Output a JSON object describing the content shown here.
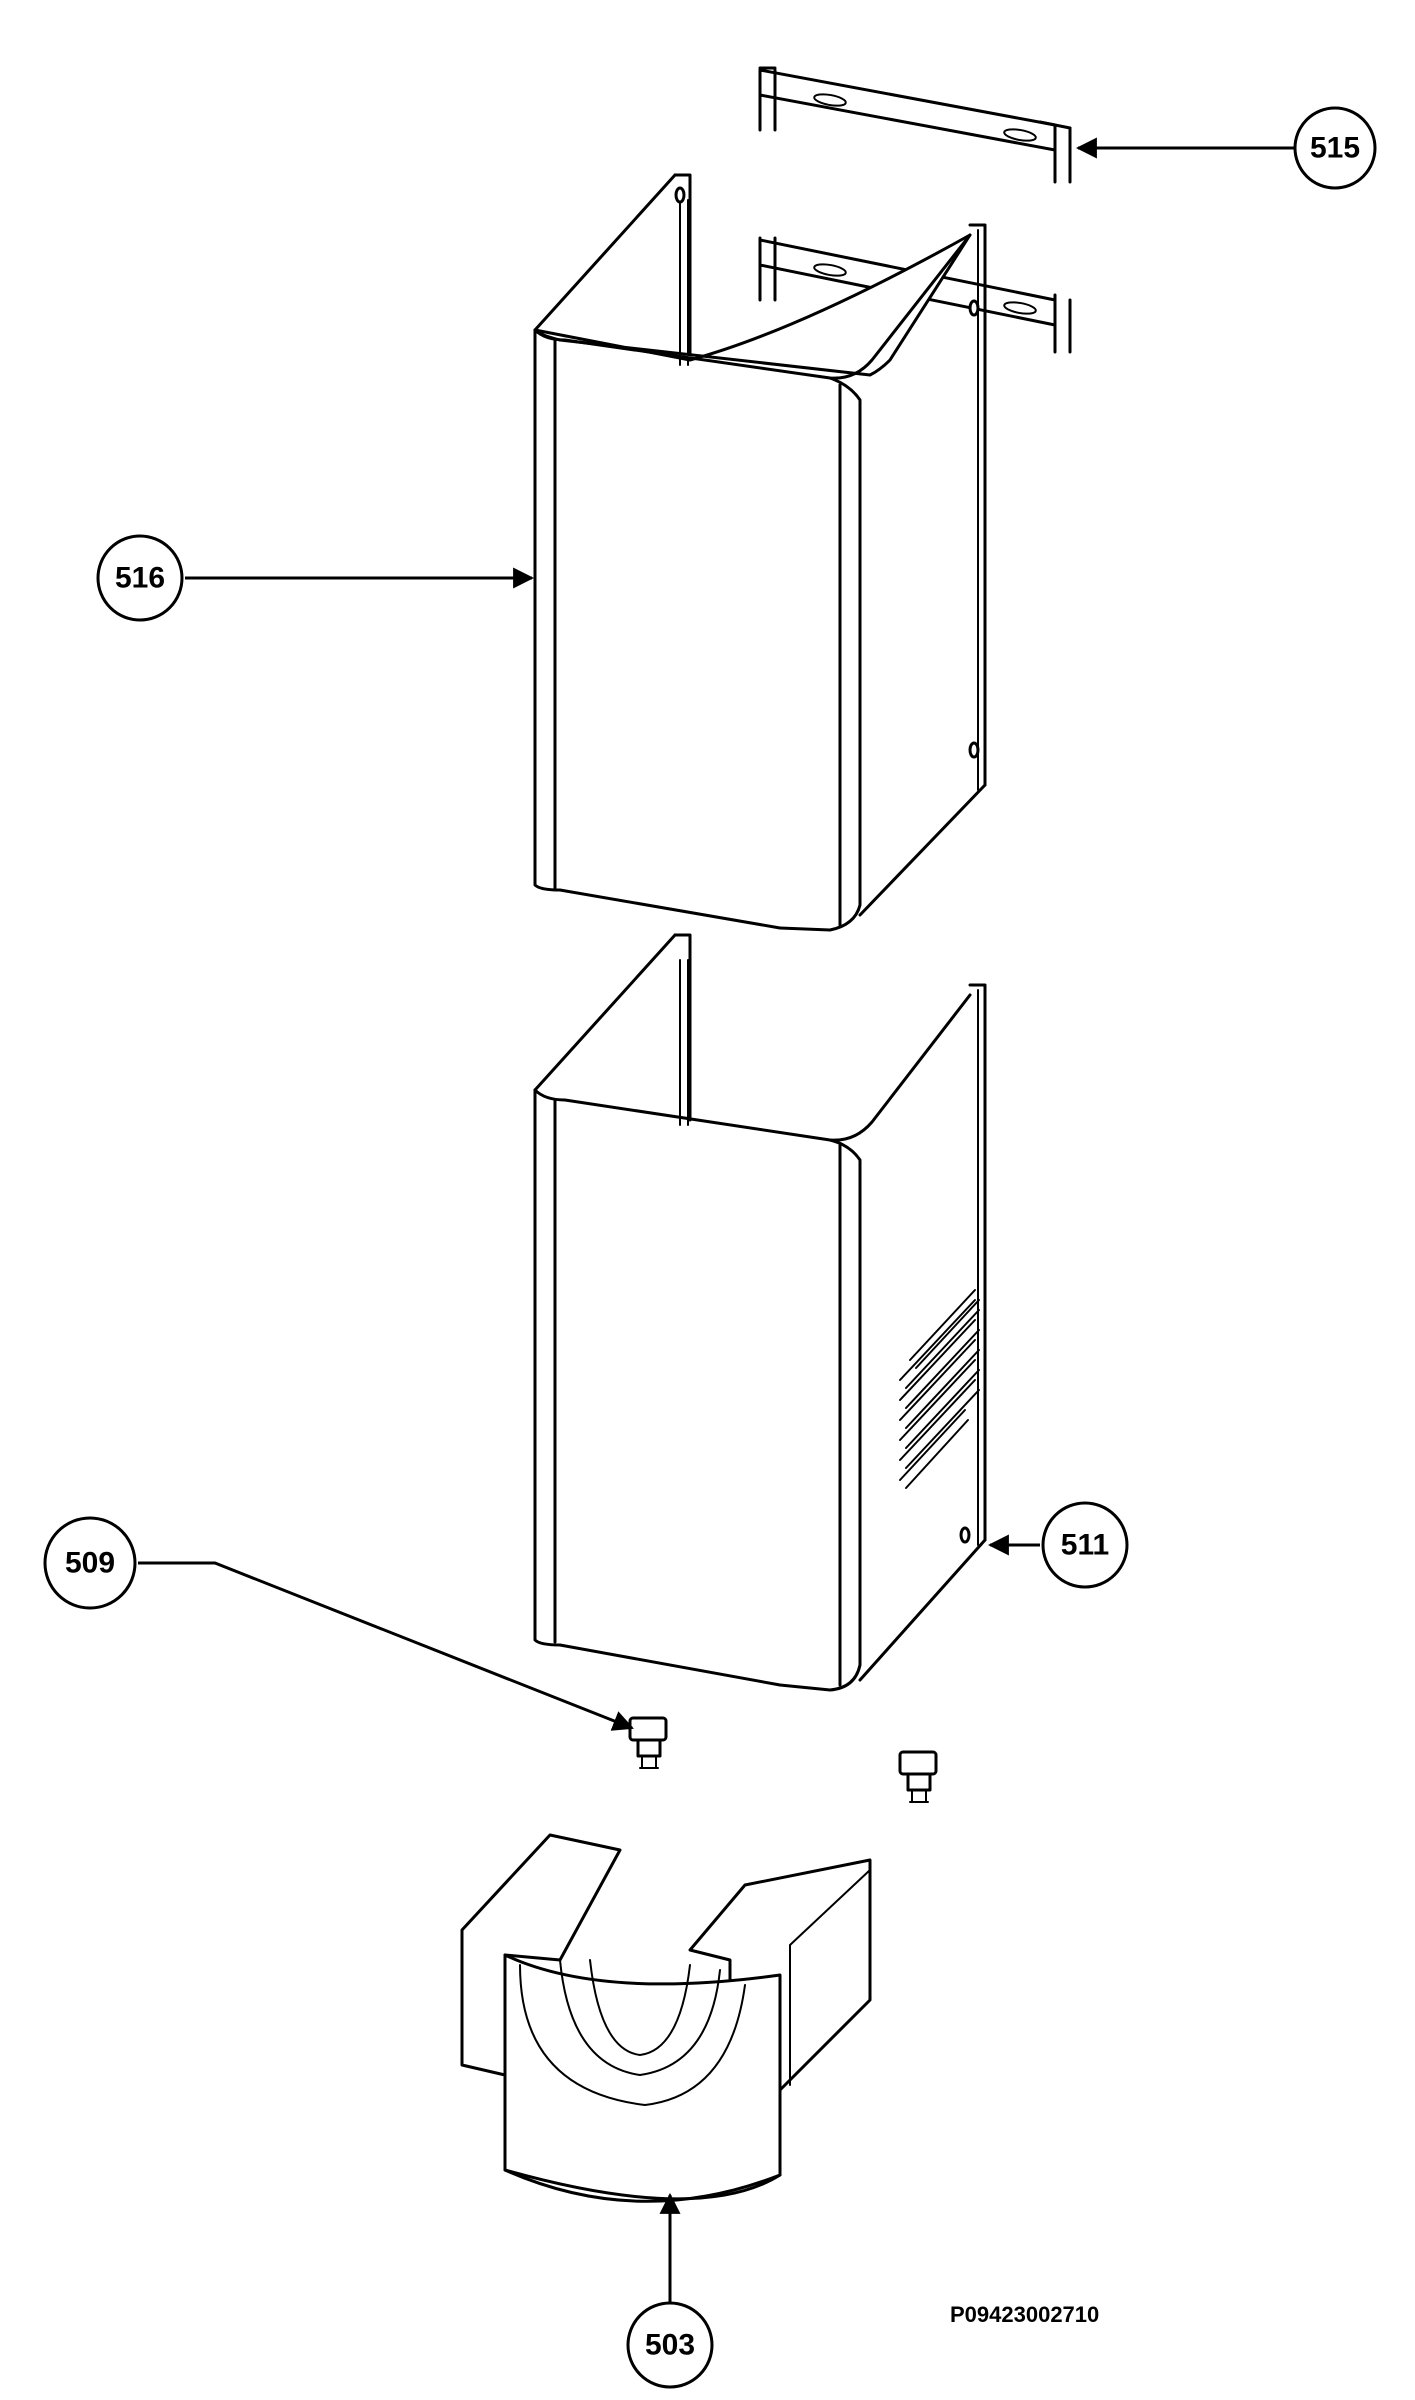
{
  "callouts": {
    "p515": "515",
    "p516": "516",
    "p511": "511",
    "p509": "509",
    "p503": "503"
  },
  "drawing_id": "P09423002710",
  "colors": {
    "line": "#000000",
    "background": "#ffffff"
  }
}
